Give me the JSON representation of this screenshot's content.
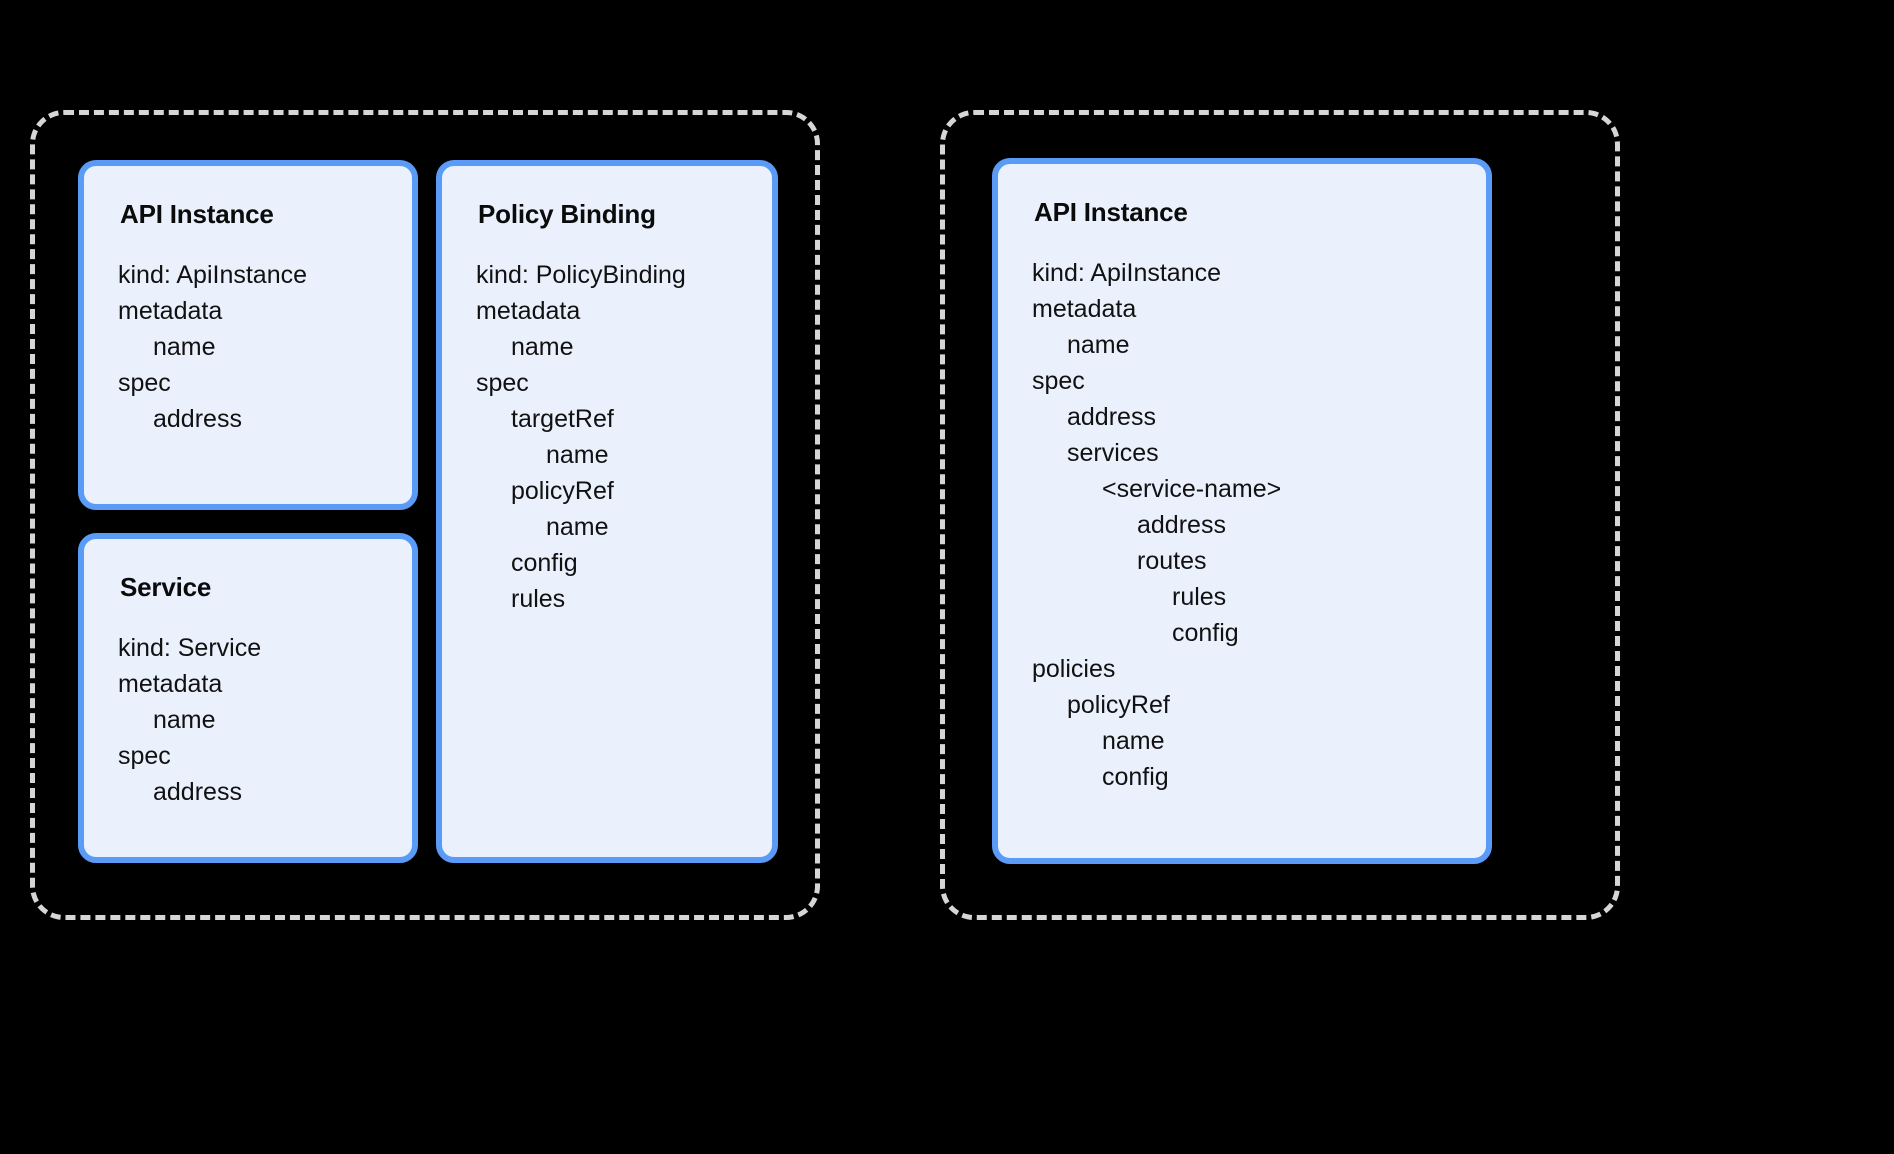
{
  "diagram": {
    "type": "resource-model-comparison",
    "background_color": "#000000",
    "panel_border_color": "#d6d6d6",
    "card_border_color": "#5b9bf8",
    "card_fill_color": "#eaf1fd",
    "text_color": "#111111"
  },
  "panels": [
    {
      "id": "left",
      "name": "separate-resources-panel",
      "cards": [
        "api-instance",
        "service",
        "policy-binding"
      ]
    },
    {
      "id": "right",
      "name": "merged-resource-panel",
      "cards": [
        "api-instance-merged"
      ]
    }
  ],
  "cards": {
    "api_instance": {
      "title": "API Instance",
      "lines": [
        {
          "text": "kind: ApiInstance",
          "indent": 0
        },
        {
          "text": "metadata",
          "indent": 0
        },
        {
          "text": "name",
          "indent": 1
        },
        {
          "text": "spec",
          "indent": 0
        },
        {
          "text": "address",
          "indent": 1
        }
      ]
    },
    "service": {
      "title": "Service",
      "lines": [
        {
          "text": "kind: Service",
          "indent": 0
        },
        {
          "text": "metadata",
          "indent": 0
        },
        {
          "text": "name",
          "indent": 1
        },
        {
          "text": "spec",
          "indent": 0
        },
        {
          "text": "address",
          "indent": 1
        }
      ]
    },
    "policy_binding": {
      "title": "Policy Binding",
      "lines": [
        {
          "text": "kind: PolicyBinding",
          "indent": 0
        },
        {
          "text": "metadata",
          "indent": 0
        },
        {
          "text": "name",
          "indent": 1
        },
        {
          "text": "spec",
          "indent": 0
        },
        {
          "text": "targetRef",
          "indent": 1
        },
        {
          "text": "name",
          "indent": 2
        },
        {
          "text": "policyRef",
          "indent": 1
        },
        {
          "text": "name",
          "indent": 2
        },
        {
          "text": "config",
          "indent": 1
        },
        {
          "text": "rules",
          "indent": 1
        }
      ]
    },
    "api_instance_merged": {
      "title": "API Instance",
      "lines": [
        {
          "text": "kind: ApiInstance",
          "indent": 0
        },
        {
          "text": "metadata",
          "indent": 0
        },
        {
          "text": "name",
          "indent": 1
        },
        {
          "text": "spec",
          "indent": 0
        },
        {
          "text": "address",
          "indent": 1
        },
        {
          "text": "services",
          "indent": 1
        },
        {
          "text": "<service-name>",
          "indent": 2
        },
        {
          "text": "address",
          "indent": 3
        },
        {
          "text": "routes",
          "indent": 3
        },
        {
          "text": "rules",
          "indent": 4
        },
        {
          "text": "config",
          "indent": 4
        },
        {
          "text": "policies",
          "indent": 0
        },
        {
          "text": "policyRef",
          "indent": 1
        },
        {
          "text": "name",
          "indent": 2
        },
        {
          "text": "config",
          "indent": 2
        }
      ]
    }
  }
}
